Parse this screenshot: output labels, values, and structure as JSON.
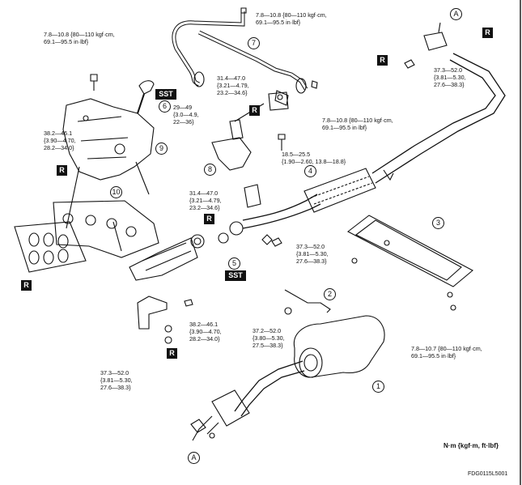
{
  "badges": {
    "reuse": "R",
    "sst": "SST"
  },
  "parts": {
    "1": "1",
    "2": "2",
    "3": "3",
    "4": "4",
    "5": "5",
    "6": "6",
    "7": "7",
    "8": "8",
    "9": "9",
    "10": "10",
    "A": "A"
  },
  "torques": {
    "t1": "7.8—10.8 {80—110 kgf·cm,\n69.1—95.5 in·lbf}",
    "t2": "7.8—10.8 {80—110 kgf·cm,\n69.1—95.5 in·lbf}",
    "t3": "31.4—47.0\n{3.21—4.79,\n23.2—34.6}",
    "t4": "7.8—10.8 {80—110 kgf·cm,\n69.1—95.5 in·lbf}",
    "t5": "37.3—52.0\n{3.81—5.30,\n27.6—38.3}",
    "t6": "29—49\n{3.0—4.9,\n22—36}",
    "t7": "38.2—46.1\n{3.90—4.70,\n28.2—34.0}",
    "t8": "18.5—25.5\n{1.90—2.60, 13.8—18.8}",
    "t9": "31.4—47.0\n{3.21—4.79,\n23.2—34.6}",
    "t10": "37.3—52.0\n{3.81—5.30,\n27.6—38.3}",
    "t11": "38.2—46.1\n{3.90—4.70,\n28.2—34.0}",
    "t12": "37.2—52.0\n{3.80—5.30,\n27.5—38.3}",
    "t13": "37.3—52.0\n{3.81—5.30,\n27.6—38.3}",
    "t14": "7.8—10.7 {80—110 kgf·cm,\n69.1—95.5 in·lbf}"
  },
  "units": "N·m {kgf·m, ft·lbf}",
  "figure_code": "FDG0115L5001"
}
